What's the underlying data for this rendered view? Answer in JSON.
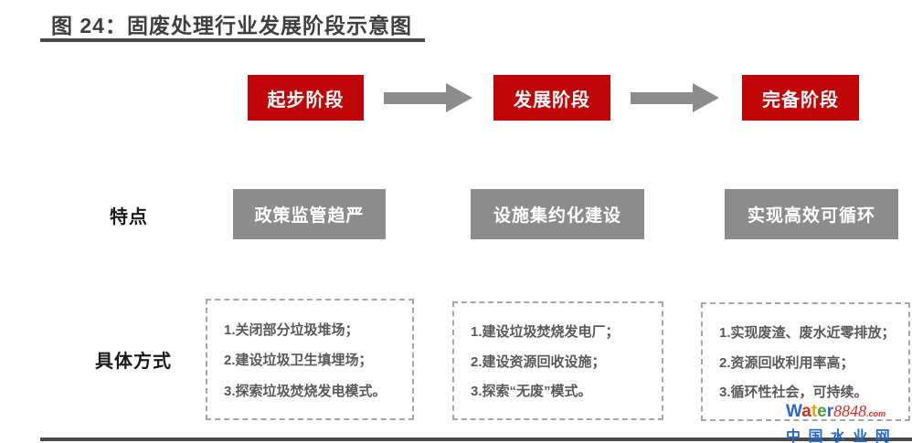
{
  "colors": {
    "accent-red": "#C00508",
    "gray-box": "#8C8C8C",
    "arrow-gray": "#8C8C8C",
    "title-ink": "#3F3F3F",
    "rule-dark": "#4A4A4A",
    "body-ink": "#595959",
    "dash-border": "#A6A6A6",
    "wm-blue": "#2766CE",
    "wm-red": "#E02A21",
    "wm-orange": "#F0A500",
    "wm-green": "#3FA33F"
  },
  "header": {
    "title": "图 24：固废处理行业发展阶段示意图"
  },
  "rows": {
    "feature_label": "特点",
    "method_label": "具体方式"
  },
  "stages": {
    "items": [
      {
        "name": "起步阶段",
        "feature": "政策监管趋严",
        "methods": [
          "1.关闭部分垃圾堆场；",
          "2.建设垃圾卫生填埋场；",
          "3.探索垃圾焚烧发电模式。"
        ]
      },
      {
        "name": "发展阶段",
        "feature": "设施集约化建设",
        "methods": [
          "1.建设垃圾焚烧发电厂；",
          "2.建设资源回收设施；",
          "3.探索“无废”模式。"
        ]
      },
      {
        "name": "完备阶段",
        "feature": "实现高效可循环",
        "methods": [
          "1.实现废渣、废水近零排放；",
          "2.资源回收利用率高；",
          "3.循环性社会，可持续。"
        ]
      }
    ]
  },
  "watermark": {
    "line1": [
      {
        "char": "W",
        "style": "color:#2766CE"
      },
      {
        "char": "a",
        "style": "color:#E02A21"
      },
      {
        "char": "t",
        "style": "color:#F0A500"
      },
      {
        "char": "e",
        "style": "color:#3FA33F"
      },
      {
        "char": "r",
        "style": "color:#2766CE"
      },
      {
        "char": "8848",
        "style": "color:#E02A21"
      },
      {
        "char": ".com",
        "style": "color:#E02A21"
      }
    ],
    "line2": "中 国 水 业 网"
  }
}
